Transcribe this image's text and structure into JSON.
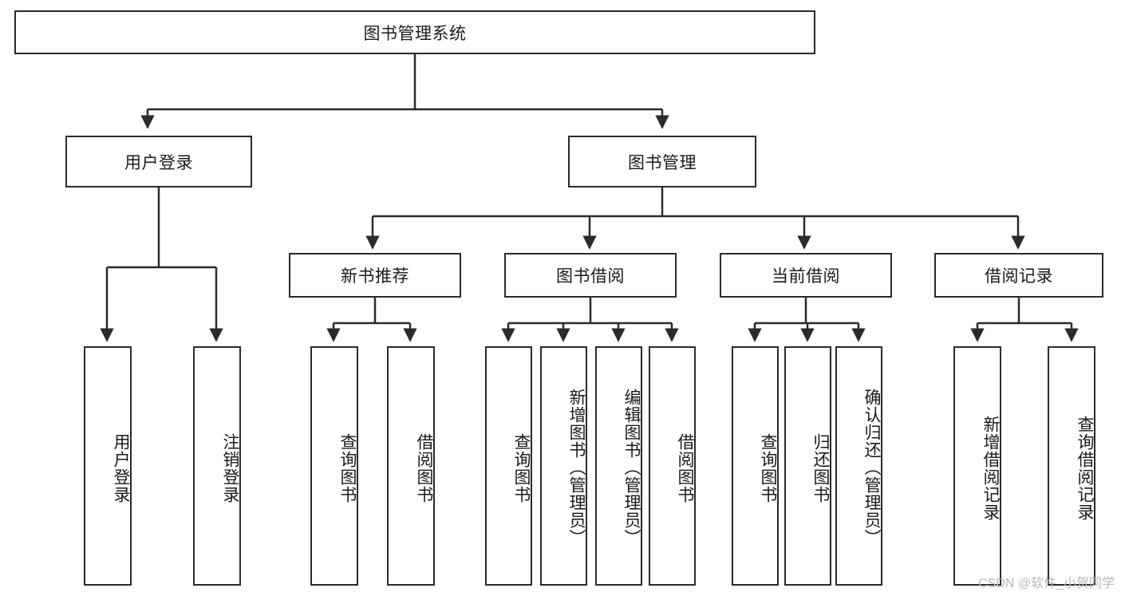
{
  "diagram": {
    "title": "图书管理系统",
    "type": "tree-hierarchy",
    "root": {
      "id": "root",
      "label": "图书管理系统",
      "level": 0
    },
    "level2": [
      {
        "id": "user-login",
        "label": "用户登录"
      },
      {
        "id": "book-management",
        "label": "图书管理"
      }
    ],
    "level3": [
      {
        "id": "new-book-recommend",
        "label": "新书推荐",
        "parent": "book-management"
      },
      {
        "id": "book-borrow",
        "label": "图书借阅",
        "parent": "book-management"
      },
      {
        "id": "current-borrow",
        "label": "当前借阅",
        "parent": "book-management"
      },
      {
        "id": "borrow-record",
        "label": "借阅记录",
        "parent": "book-management"
      }
    ],
    "leaves": [
      {
        "id": "leaf-user-login",
        "label": "用户登录",
        "parent": "user-login"
      },
      {
        "id": "leaf-logout-login",
        "label": "注销登录",
        "parent": "user-login"
      },
      {
        "id": "leaf-query-book-1",
        "label": "查询图书",
        "parent": "new-book-recommend"
      },
      {
        "id": "leaf-borrow-book-1",
        "label": "借阅图书",
        "parent": "new-book-recommend"
      },
      {
        "id": "leaf-query-book-2",
        "label": "查询图书",
        "parent": "book-borrow"
      },
      {
        "id": "leaf-add-book",
        "label": "新增图书（管理员）",
        "parent": "book-borrow"
      },
      {
        "id": "leaf-edit-book",
        "label": "编辑图书（管理员）",
        "parent": "book-borrow"
      },
      {
        "id": "leaf-borrow-book-2",
        "label": "借阅图书",
        "parent": "book-borrow"
      },
      {
        "id": "leaf-query-book-3",
        "label": "查询图书",
        "parent": "current-borrow"
      },
      {
        "id": "leaf-return-book",
        "label": "归还图书",
        "parent": "current-borrow"
      },
      {
        "id": "leaf-confirm-return",
        "label": "确认归还（管理员）",
        "parent": "current-borrow"
      },
      {
        "id": "leaf-add-record",
        "label": "新增借阅记录",
        "parent": "borrow-record"
      },
      {
        "id": "leaf-query-record",
        "label": "查询借阅记录",
        "parent": "borrow-record"
      }
    ]
  },
  "watermark": {
    "text": "CSDN @软件_小贺同学"
  },
  "colors": {
    "stroke": "#2b2b2b",
    "fill": "#ffffff",
    "text": "#1a1a1a",
    "watermark": "#b9b9b9"
  }
}
